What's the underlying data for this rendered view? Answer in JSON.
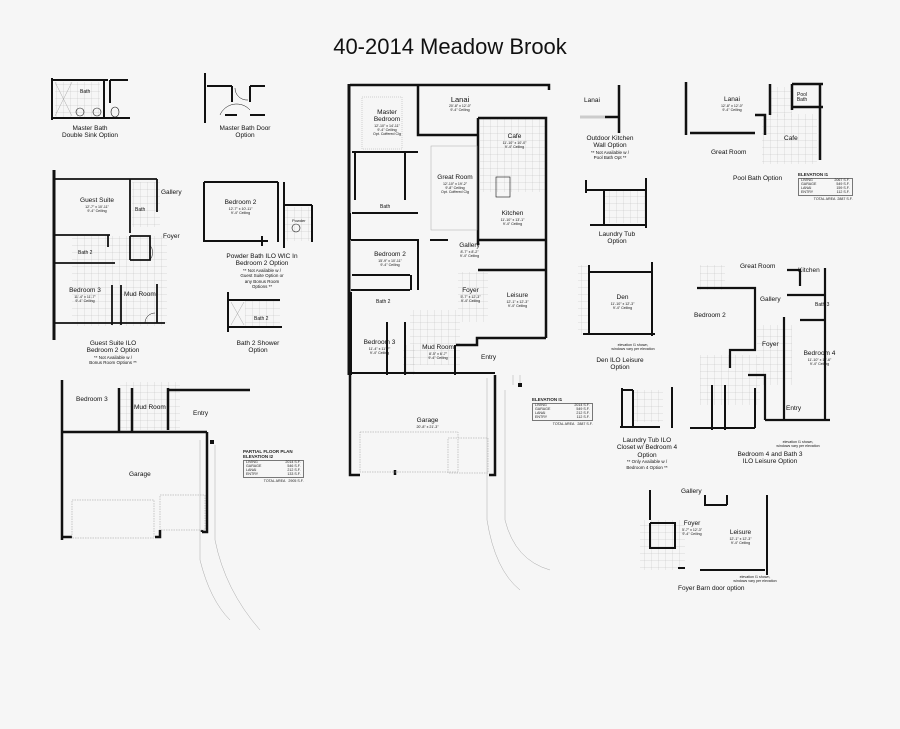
{
  "title": "40-2014 Meadow Brook",
  "main_plan": {
    "rooms": {
      "lanai": {
        "name": "Lanai",
        "dims": "20'-8\" x 12'-0\"",
        "ceiling": "9'-4\" Ceiling"
      },
      "master_bedroom": {
        "name": "Master Bedroom",
        "dims": "12'-10\" x 14'-11\"",
        "ceiling": "9'-4\" Ceiling",
        "extra": "Opt. Coffered Clg"
      },
      "cafe": {
        "name": "Cafe",
        "dims": "11'-10\" x 10'-0\"",
        "ceiling": "9'-4\" Ceiling"
      },
      "great_room": {
        "name": "Great Room",
        "dims": "12'-10\" x 19'-2\"",
        "ceiling": "9'-8\" Ceiling",
        "extra": "Opt. Coffered Clg"
      },
      "bath": {
        "name": "Bath"
      },
      "kitchen": {
        "name": "Kitchen",
        "dims": "11'-10\" x 13'-1\"",
        "ceiling": "9'-4\" Ceiling"
      },
      "bedroom_2": {
        "name": "Bedroom 2",
        "dims": "15'-9\" x 10'-11\"",
        "ceiling": "9'-4\" Ceiling"
      },
      "gallery": {
        "name": "Gallery",
        "dims": "8'-7\" x 8'-2\"",
        "ceiling": "9'-4\" Ceiling"
      },
      "bath_2": {
        "name": "Bath 2"
      },
      "foyer": {
        "name": "Foyer",
        "dims": "5'-7\" x 12'-3\"",
        "ceiling": "9'-4\" Ceiling"
      },
      "leisure": {
        "name": "Leisure",
        "dims": "12'-1\" x 12'-3\"",
        "ceiling": "9'-4\" Ceiling"
      },
      "bedroom_3": {
        "name": "Bedroom 3",
        "dims": "11'-4\" x 11'-7\"",
        "ceiling": "9'-4\" Ceiling"
      },
      "mud_room": {
        "name": "Mud Room",
        "dims": "8'-5\" x 6'-7\"",
        "ceiling": "9'-4\" Ceiling"
      },
      "entry": {
        "name": "Entry"
      },
      "garage": {
        "name": "Garage",
        "dims": "20'-8\" x 21'-3\""
      }
    },
    "area_table": {
      "heading": "ELEVATION I1",
      "rows": [
        {
          "label": "LIVING",
          "value": "2014 S.F."
        },
        {
          "label": "GARAGE",
          "value": "549 S.F."
        },
        {
          "label": "LANAI",
          "value": "212 S.F."
        },
        {
          "label": "ENTRY",
          "value": "112 S.F."
        }
      ],
      "total_label": "TOTAL AREA",
      "total_value": "2887 S.F."
    }
  },
  "options": {
    "master_bath_double_sink": {
      "room": "Bath",
      "caption_1": "Master Bath",
      "caption_2": "Double Sink Option"
    },
    "master_bath_door": {
      "caption_1": "Master Bath Door",
      "caption_2": "Option"
    },
    "guest_suite": {
      "rooms": {
        "guest_suite": {
          "name": "Guest Suite",
          "dims": "12'-7\" x 10'-11\"",
          "ceiling": "9'-4\" Ceiling"
        },
        "bath": "Bath",
        "gallery": "Gallery",
        "foyer": "Foyer",
        "bath_2": "Bath 2",
        "bedroom_3": {
          "name": "Bedroom 3",
          "dims": "11'-4\" x 11'-7\"",
          "ceiling": "9'-4\" Ceiling"
        },
        "mud_room": "Mud Room"
      },
      "caption_1": "Guest Suite ILO",
      "caption_2": "Bedroom 2 Option",
      "note_1": "** Not Available w /",
      "note_2": "Bonus Room Options **"
    },
    "powder_bath": {
      "rooms": {
        "bedroom_2": {
          "name": "Bedroom 2",
          "dims": "12'-7\" x 10'-11\"",
          "ceiling": "9'-4\" Ceiling"
        },
        "powder": "Powder"
      },
      "caption_1": "Powder Bath ILO WIC In",
      "caption_2": "Bedroom 2 Option",
      "note_1": "** Not Available w /",
      "note_2": "Guest Suite Option  or",
      "note_3": "any Bonus Room",
      "note_4": "Options **"
    },
    "bath_2_shower": {
      "room": "Bath 2",
      "caption_1": "Bath 2 Shower",
      "caption_2": "Option"
    },
    "elevation_i2": {
      "rooms": {
        "bedroom_3": "Bedroom 3",
        "mud_room": "Mud Room",
        "entry": "Entry",
        "garage": "Garage"
      },
      "area_table": {
        "heading_1": "PARTIAL FLOOR PLAN",
        "heading_2": "ELEVATION I2",
        "rows": [
          {
            "label": "LIVING",
            "value": "2014 S.F."
          },
          {
            "label": "GARAGE",
            "value": "546 S.F."
          },
          {
            "label": "LANAI",
            "value": "212 S.F."
          },
          {
            "label": "ENTRY",
            "value": "133 S.F."
          }
        ],
        "total_label": "TOTAL AREA",
        "total_value": "2905 S.F."
      }
    },
    "outdoor_kitchen": {
      "room": "Lanai",
      "caption_1": "Outdoor Kitchen",
      "caption_2": "Wall Option",
      "note_1": "** Not Available w /",
      "note_2": "Pool Bath Opt **"
    },
    "laundry_tub": {
      "caption_1": "Laundry Tub",
      "caption_2": "Option"
    },
    "den": {
      "room": {
        "name": "Den",
        "dims": "11'-10\" x 12'-3\"",
        "ceiling": "9'-4\" Ceiling"
      },
      "note_1": "elevation I1 shown,",
      "note_2": "windows vary per elevation",
      "caption_1": "Den ILO Leisure",
      "caption_2": "Option"
    },
    "laundry_closet": {
      "caption_1": "Laundry Tub  ILO",
      "caption_2": "Closet w/ Bedroom 4",
      "caption_3": "Option",
      "note_1": "** Only Available w /",
      "note_2": "Bedroom 4 Option **"
    },
    "pool_bath": {
      "rooms": {
        "lanai": {
          "name": "Lanai",
          "dims": "12'-8\" x 12'-0\"",
          "ceiling": "9'-4\" Ceiling"
        },
        "pool_bath": "Pool Bath",
        "cafe": "Cafe",
        "great_room": "Great Room"
      },
      "caption": "Pool Bath Option",
      "area_table": {
        "heading": "ELEVATION I1",
        "rows": [
          {
            "label": "LIVING",
            "value": "2067 S.F."
          },
          {
            "label": "GARAGE",
            "value": "549 S.F."
          },
          {
            "label": "LANAI",
            "value": "159 S.F."
          },
          {
            "label": "ENTRY",
            "value": "112 S.F."
          }
        ],
        "total_label": "TOTAL AREA",
        "total_value": "2887 S.F."
      }
    },
    "bedroom_4": {
      "rooms": {
        "great_room": "Great Room",
        "kitchen": "Kitchen",
        "bedroom_2": "Bedroom 2",
        "gallery": "Gallery",
        "bath_3": "Bath 3",
        "foyer": "Foyer",
        "bedroom_4": {
          "name": "Bedroom 4",
          "dims": "11'-10\" x 11'-6\"",
          "ceiling": "9'-4\" Ceiling"
        },
        "entry": "Entry"
      },
      "note_1": "elevation I1 shown,",
      "note_2": "windows vary per elevation",
      "caption_1": "Bedroom 4 and Bath 3",
      "caption_2": "ILO Leisure Option"
    },
    "foyer_barn_door": {
      "rooms": {
        "gallery": "Gallery",
        "foyer": {
          "name": "Foyer",
          "dims": "5'-7\" x 12'-3\"",
          "ceiling": "9'-4\" Ceiling"
        },
        "leisure": {
          "name": "Leisure",
          "dims": "12'-1\" x 12'-3\"",
          "ceiling": "9'-4\" Ceiling"
        }
      },
      "note_1": "elevation I1 shown,",
      "note_2": "windows vary per elevation",
      "caption": "Foyer Barn door option"
    }
  }
}
